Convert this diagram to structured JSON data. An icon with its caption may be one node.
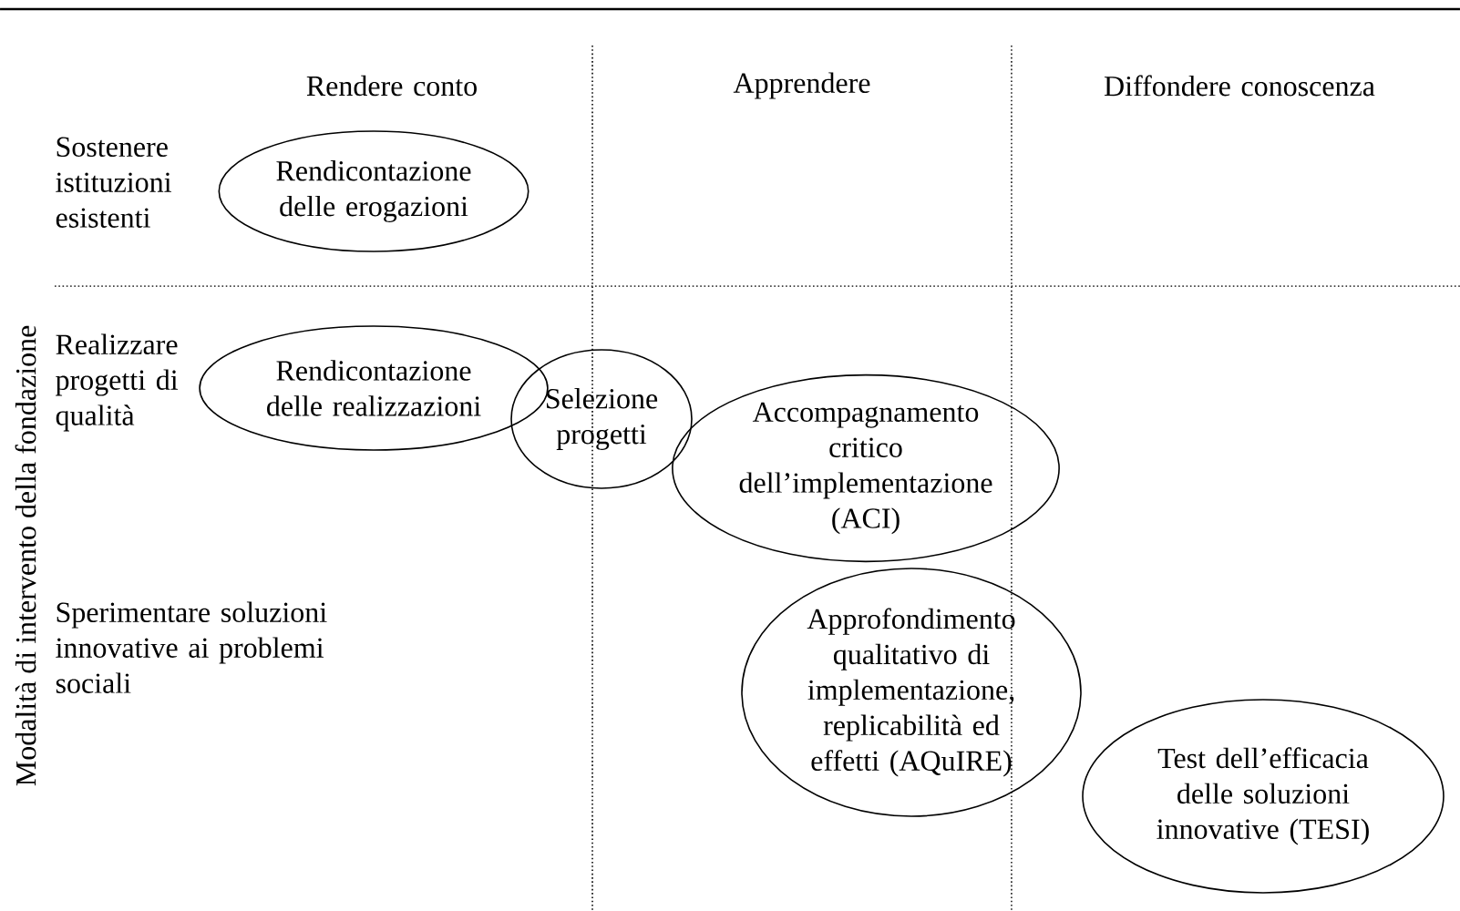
{
  "diagram": {
    "nodes": [
      {
        "text": [
          "Rendicontazione delle erogazioni"
        ]
      },
      {
        "text": [
          "Rendicontazione delle realizzazioni"
        ]
      },
      {
        "text": [
          "Selezione progetti"
        ]
      },
      {
        "text": [
          "Accompagnamento critico dell’implementazione (ACI)"
        ]
      },
      {
        "text": [
          "Approfondimento qualitativo di implementazione, replicabilità ed effetti (AQuIRE)"
        ]
      },
      {
        "text": [
          "Test dell’efficacia delle soluzioni innovative (TESI)"
        ]
      }
    ],
    "labels": [
      "Rendere conto",
      "Apprendere",
      "Diffondere conoscenza",
      "Sostenere istituzioni esistenti",
      "Realizzare progetti di qualità",
      "Sperimentare soluzioni innovative ai problemi sociali",
      "Modalità di intervento della fondazione"
    ]
  }
}
